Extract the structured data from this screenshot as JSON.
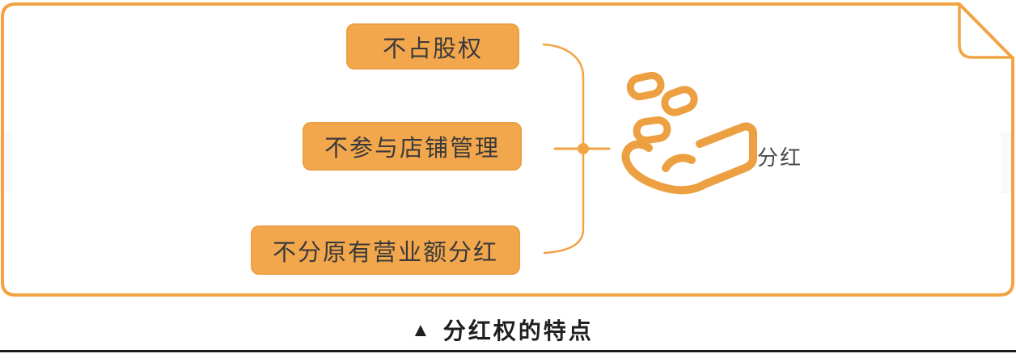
{
  "figure": {
    "boxes": [
      {
        "label": "不占股权"
      },
      {
        "label": "不参与店铺管理"
      },
      {
        "label": "不分原有营业额分红"
      }
    ],
    "icon": {
      "name": "hand-receiving-coins",
      "label": "分红"
    },
    "caption": {
      "marker": "▲",
      "text": "分红权的特点"
    }
  },
  "colors": {
    "accent_orange": "#F2A344",
    "box_fill": "#F3A74D",
    "box_border": "#EC9F42",
    "box_text": "#3A3A3A",
    "icon_label_text": "#4A4A4A",
    "caption_text": "#1F1F1F",
    "divider": "#1D1D1D",
    "background": "#FFFFFF"
  }
}
